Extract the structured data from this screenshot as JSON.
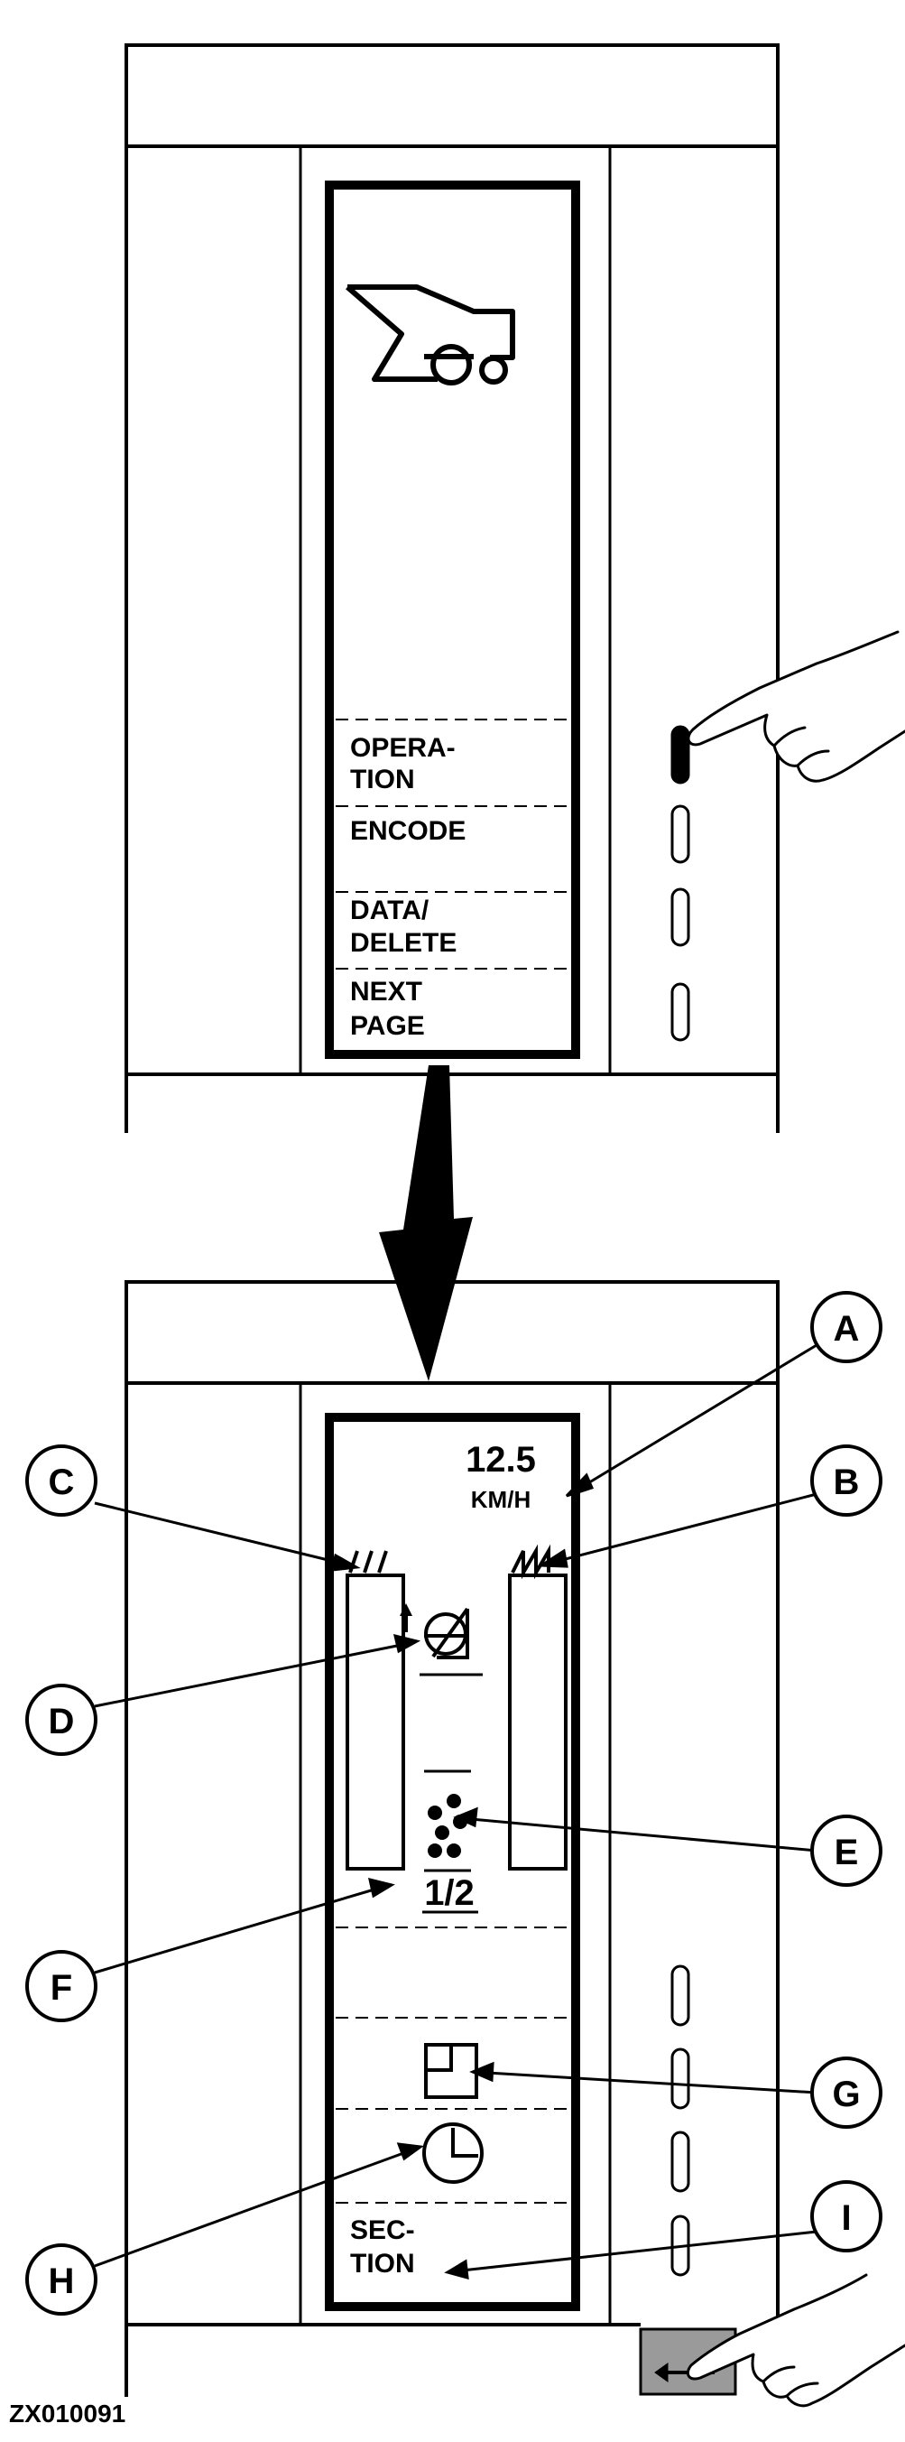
{
  "top_panel": {
    "menu_items": [
      {
        "line1": "OPERA-",
        "line2": "TION"
      },
      {
        "line1": "ENCODE",
        "line2": ""
      },
      {
        "line1": "DATA/",
        "line2": "DELETE"
      },
      {
        "line1": "NEXT",
        "line2": "PAGE"
      }
    ],
    "machine_icon": "combine-harvester-icon",
    "hand_icon": "pointing-hand-icon"
  },
  "bottom_panel": {
    "speed_value": "12.5",
    "speed_unit": "KM/H",
    "fraction_value": "1/2",
    "section_line1": "SEC-",
    "section_line2": "TION",
    "icons": [
      "rotor-speed-icon",
      "grain-loss-icon",
      "area-icon",
      "clock-icon",
      "return-button-icon"
    ]
  },
  "callouts": [
    "A",
    "B",
    "C",
    "D",
    "E",
    "F",
    "G",
    "H",
    "I"
  ],
  "figure_id": "ZX010091"
}
